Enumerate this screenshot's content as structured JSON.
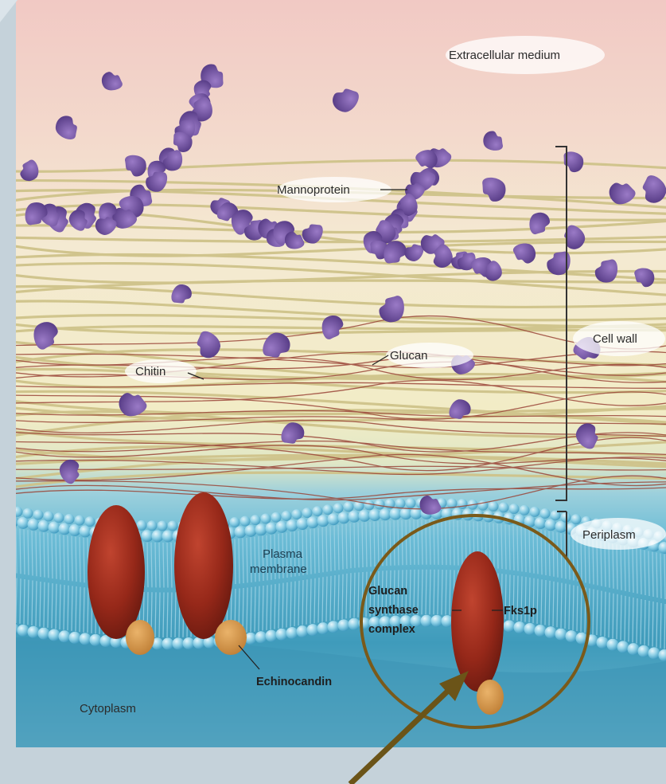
{
  "labels": {
    "extracellular": "Extracellular medium",
    "mannoprotein": "Mannoprotein",
    "glucan": "Glucan",
    "chitin": "Chitin",
    "cell_wall": "Cell wall",
    "periplasm": "Periplasm",
    "plasma_membrane_1": "Plasma",
    "plasma_membrane_2": "membrane",
    "glucan_synthase_1": "Glucan",
    "glucan_synthase_2": "synthase",
    "glucan_synthase_3": "complex",
    "fks1p": "Fks1p",
    "echinocandin": "Echinocandin",
    "cytoplasm": "Cytoplasm"
  },
  "colors": {
    "background_frame": "#c5d2da",
    "extracellular_top": "#f2cfc9",
    "wall_middle": "#f4ecc7",
    "membrane_blue": "#5fb3d2",
    "cytoplasm_blue": "#3d95b6",
    "mannoprotein_purple": "#6e4d9c",
    "glucan_fiber": "#d6cb95",
    "chitin_fiber": "#9c4a40",
    "synthase_red": "#9a2a1e",
    "echinocandin_tan": "#d99a4e",
    "highlight_circle": "#7a5a1a",
    "arrow": "#6b5418"
  }
}
